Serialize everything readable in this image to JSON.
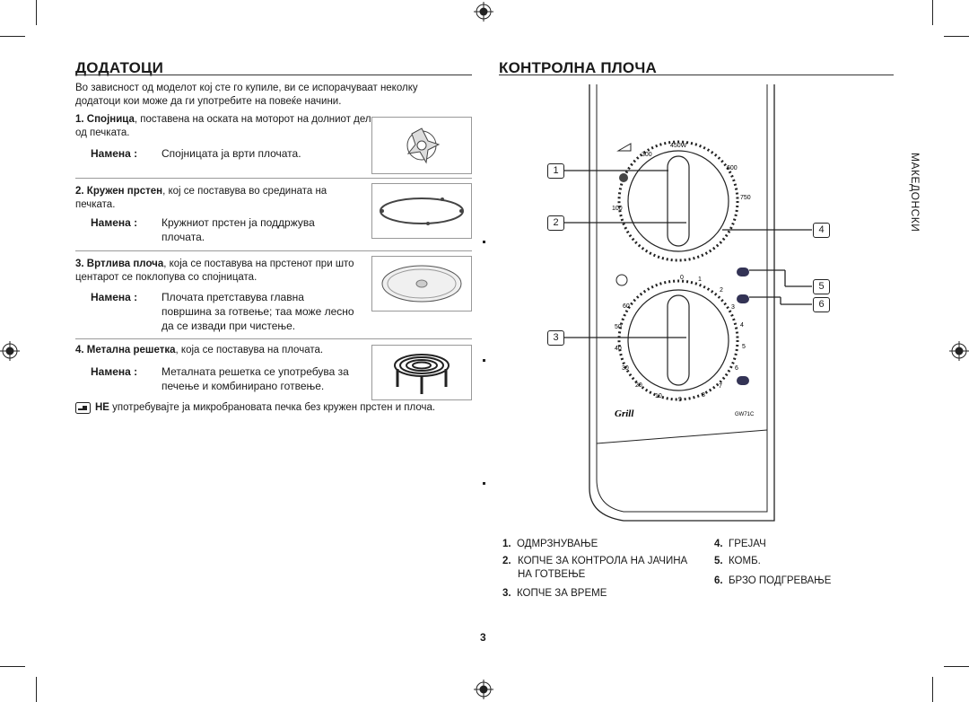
{
  "left": {
    "title": "ДОДАТОЦИ",
    "intro": "Во зависност од моделот кој сте го купиле, ви се испорачуваат неколку додатоци кои може да ги употребите на повеќе начини.",
    "items": [
      {
        "num": "1.",
        "name": "Спојница",
        "desc": ", поставена на оската на моторот на долниот дел од печката.",
        "purpose_label": "Намена :",
        "purpose": "Спојницата ја врти плочата."
      },
      {
        "num": "2.",
        "name": "Кружен прстен",
        "desc": ", кој се поставува во средината на печката.",
        "purpose_label": "Намена :",
        "purpose": "Кружниот прстен ја поддржува плочата."
      },
      {
        "num": "3.",
        "name": "Вртлива плоча",
        "desc": ", која се поставува на прстенот при што центарот се поклопува со спојницата.",
        "purpose_label": "Намена :",
        "purpose": "Плочата претставува главна површина за готвење; таа може лесно да се извади при чистење."
      },
      {
        "num": "4.",
        "name": "Метална решетка",
        "desc": ", која се поставува на плочата.",
        "purpose_label": "Намена :",
        "purpose": "Металната решетка се употребува за печење и комбинирано готвење."
      }
    ],
    "note": {
      "bold": "НЕ",
      "text": " употребувајте ја микробрановата печка без кружен прстен и плоча."
    }
  },
  "right": {
    "title": "КОНТРОЛНА ПЛОЧА",
    "side_label": "МАКЕДОНСКИ",
    "panel": {
      "power_marks": [
        "450W",
        "300",
        "600",
        "750",
        "100"
      ],
      "timer_marks": [
        "0",
        "1",
        "2",
        "3",
        "4",
        "5",
        "6",
        "7",
        "8",
        "9",
        "10",
        "20",
        "30",
        "40",
        "50",
        "60"
      ],
      "brand": "Grill",
      "model": "GW71C"
    },
    "callouts": [
      "1",
      "2",
      "3",
      "4",
      "5",
      "6"
    ],
    "legend": [
      {
        "num": "1.",
        "text": "ОДМРЗНУВАЊЕ"
      },
      {
        "num": "2.",
        "text": "КОПЧЕ ЗА КОНТРОЛА НА ЈАЧИНА НА ГОТВЕЊЕ"
      },
      {
        "num": "3.",
        "text": "КОПЧЕ ЗА ВРЕМЕ"
      },
      {
        "num": "4.",
        "text": "ГРЕЈАЧ"
      },
      {
        "num": "5.",
        "text": "КОМБ."
      },
      {
        "num": "6.",
        "text": "БРЗО ПОДГРЕВАЊЕ"
      }
    ]
  },
  "page_number": "3"
}
